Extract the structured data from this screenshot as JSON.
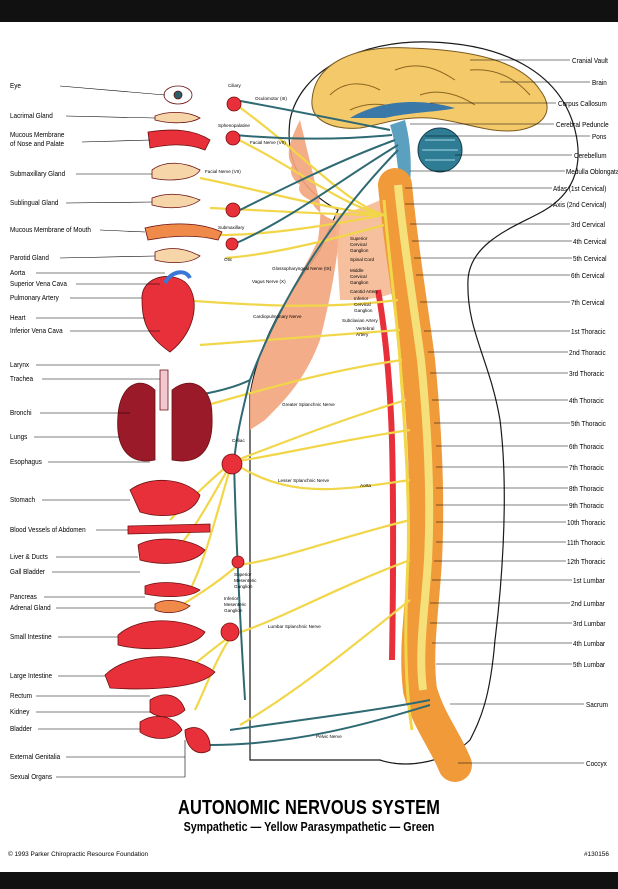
{
  "title": "AUTONOMIC NERVOUS SYSTEM",
  "subtitle": "Sympathetic — Yellow   Parasympathetic — Green",
  "copyright": "© 1993 Parker Chiropractic Resource Foundation",
  "catalog_number": "#130156",
  "colors": {
    "sympathetic": "#f2d64a",
    "parasympathetic": "#2f6a73",
    "spine": "#f09a3a",
    "organ": "#e8303a",
    "brain": "#f4c96a",
    "skin": "#f2a47c",
    "frame": "#111111"
  },
  "left_labels": [
    "Eye",
    "Lacrimal Gland",
    "Mucous Membrane",
    "of Nose and Palate",
    "Submaxillary Gland",
    "Sublingual Gland",
    "Mucous Membrane of Mouth",
    "Parotid Gland",
    "Aorta",
    "Superior Vena Cava",
    "Pulmonary Artery",
    "Heart",
    "Inferior Vena Cava",
    "Larynx",
    "Trachea",
    "Bronchi",
    "Lungs",
    "Esophagus",
    "Stomach",
    "Blood Vessels of Abdomen",
    "Liver & Ducts",
    "Gall Bladder",
    "Pancreas",
    "Adrenal Gland",
    "Small Intestine",
    "Large Intestine",
    "Rectum",
    "Kidney",
    "Bladder",
    "External Genitalia",
    "Sexual Organs"
  ],
  "right_labels": [
    "Cranial Vault",
    "Brain",
    "Corpus Callosum",
    "Cerebral Peduncle",
    "Pons",
    "Cerebellum",
    "Medulla Oblongata",
    "Atlas (1st Cervical)",
    "Axis (2nd Cervical)",
    "3rd Cervical",
    "4th Cervical",
    "5th Cervical",
    "6th Cervical",
    "7th Cervical",
    "1st Thoracic",
    "2nd Thoracic",
    "3rd Thoracic",
    "4th Thoracic",
    "5th Thoracic",
    "6th Thoracic",
    "7th Thoracic",
    "8th Thoracic",
    "9th Thoracic",
    "10th Thoracic",
    "11th Thoracic",
    "12th Thoracic",
    "1st Lumbar",
    "2nd Lumbar",
    "3rd Lumbar",
    "4th Lumbar",
    "5th Lumbar",
    "Sacrum",
    "Coccyx"
  ],
  "inner_labels": [
    "Ciliary",
    "Oculomotor (III)",
    "Sphenopalatine",
    "Facial Nerve (VII)",
    "Facial Nerve (VII)",
    "Submaxillary",
    "Otic",
    "Glossopharyngeal Nerve (IX)",
    "Vagus Nerve (X)",
    "Superior",
    "Cervical",
    "Ganglion",
    "Spinal Cord",
    "Middle",
    "Cervical",
    "Ganglion",
    "Carotid Artery",
    "Inferior",
    "Cervical",
    "Ganglion",
    "Subclavian Artery",
    "Vertebral",
    "Artery",
    "Cardiopulmonary Nerve",
    "Greater Splanchnic Nerve",
    "Celiac",
    "Lesser Splanchnic Nerve",
    "Aorta",
    "Superior",
    "Mesenteric",
    "Ganglion",
    "Inferior",
    "Mesenteric",
    "Ganglion",
    "Lumbar Splanchnic Nerve",
    "Pelvic Nerve"
  ]
}
